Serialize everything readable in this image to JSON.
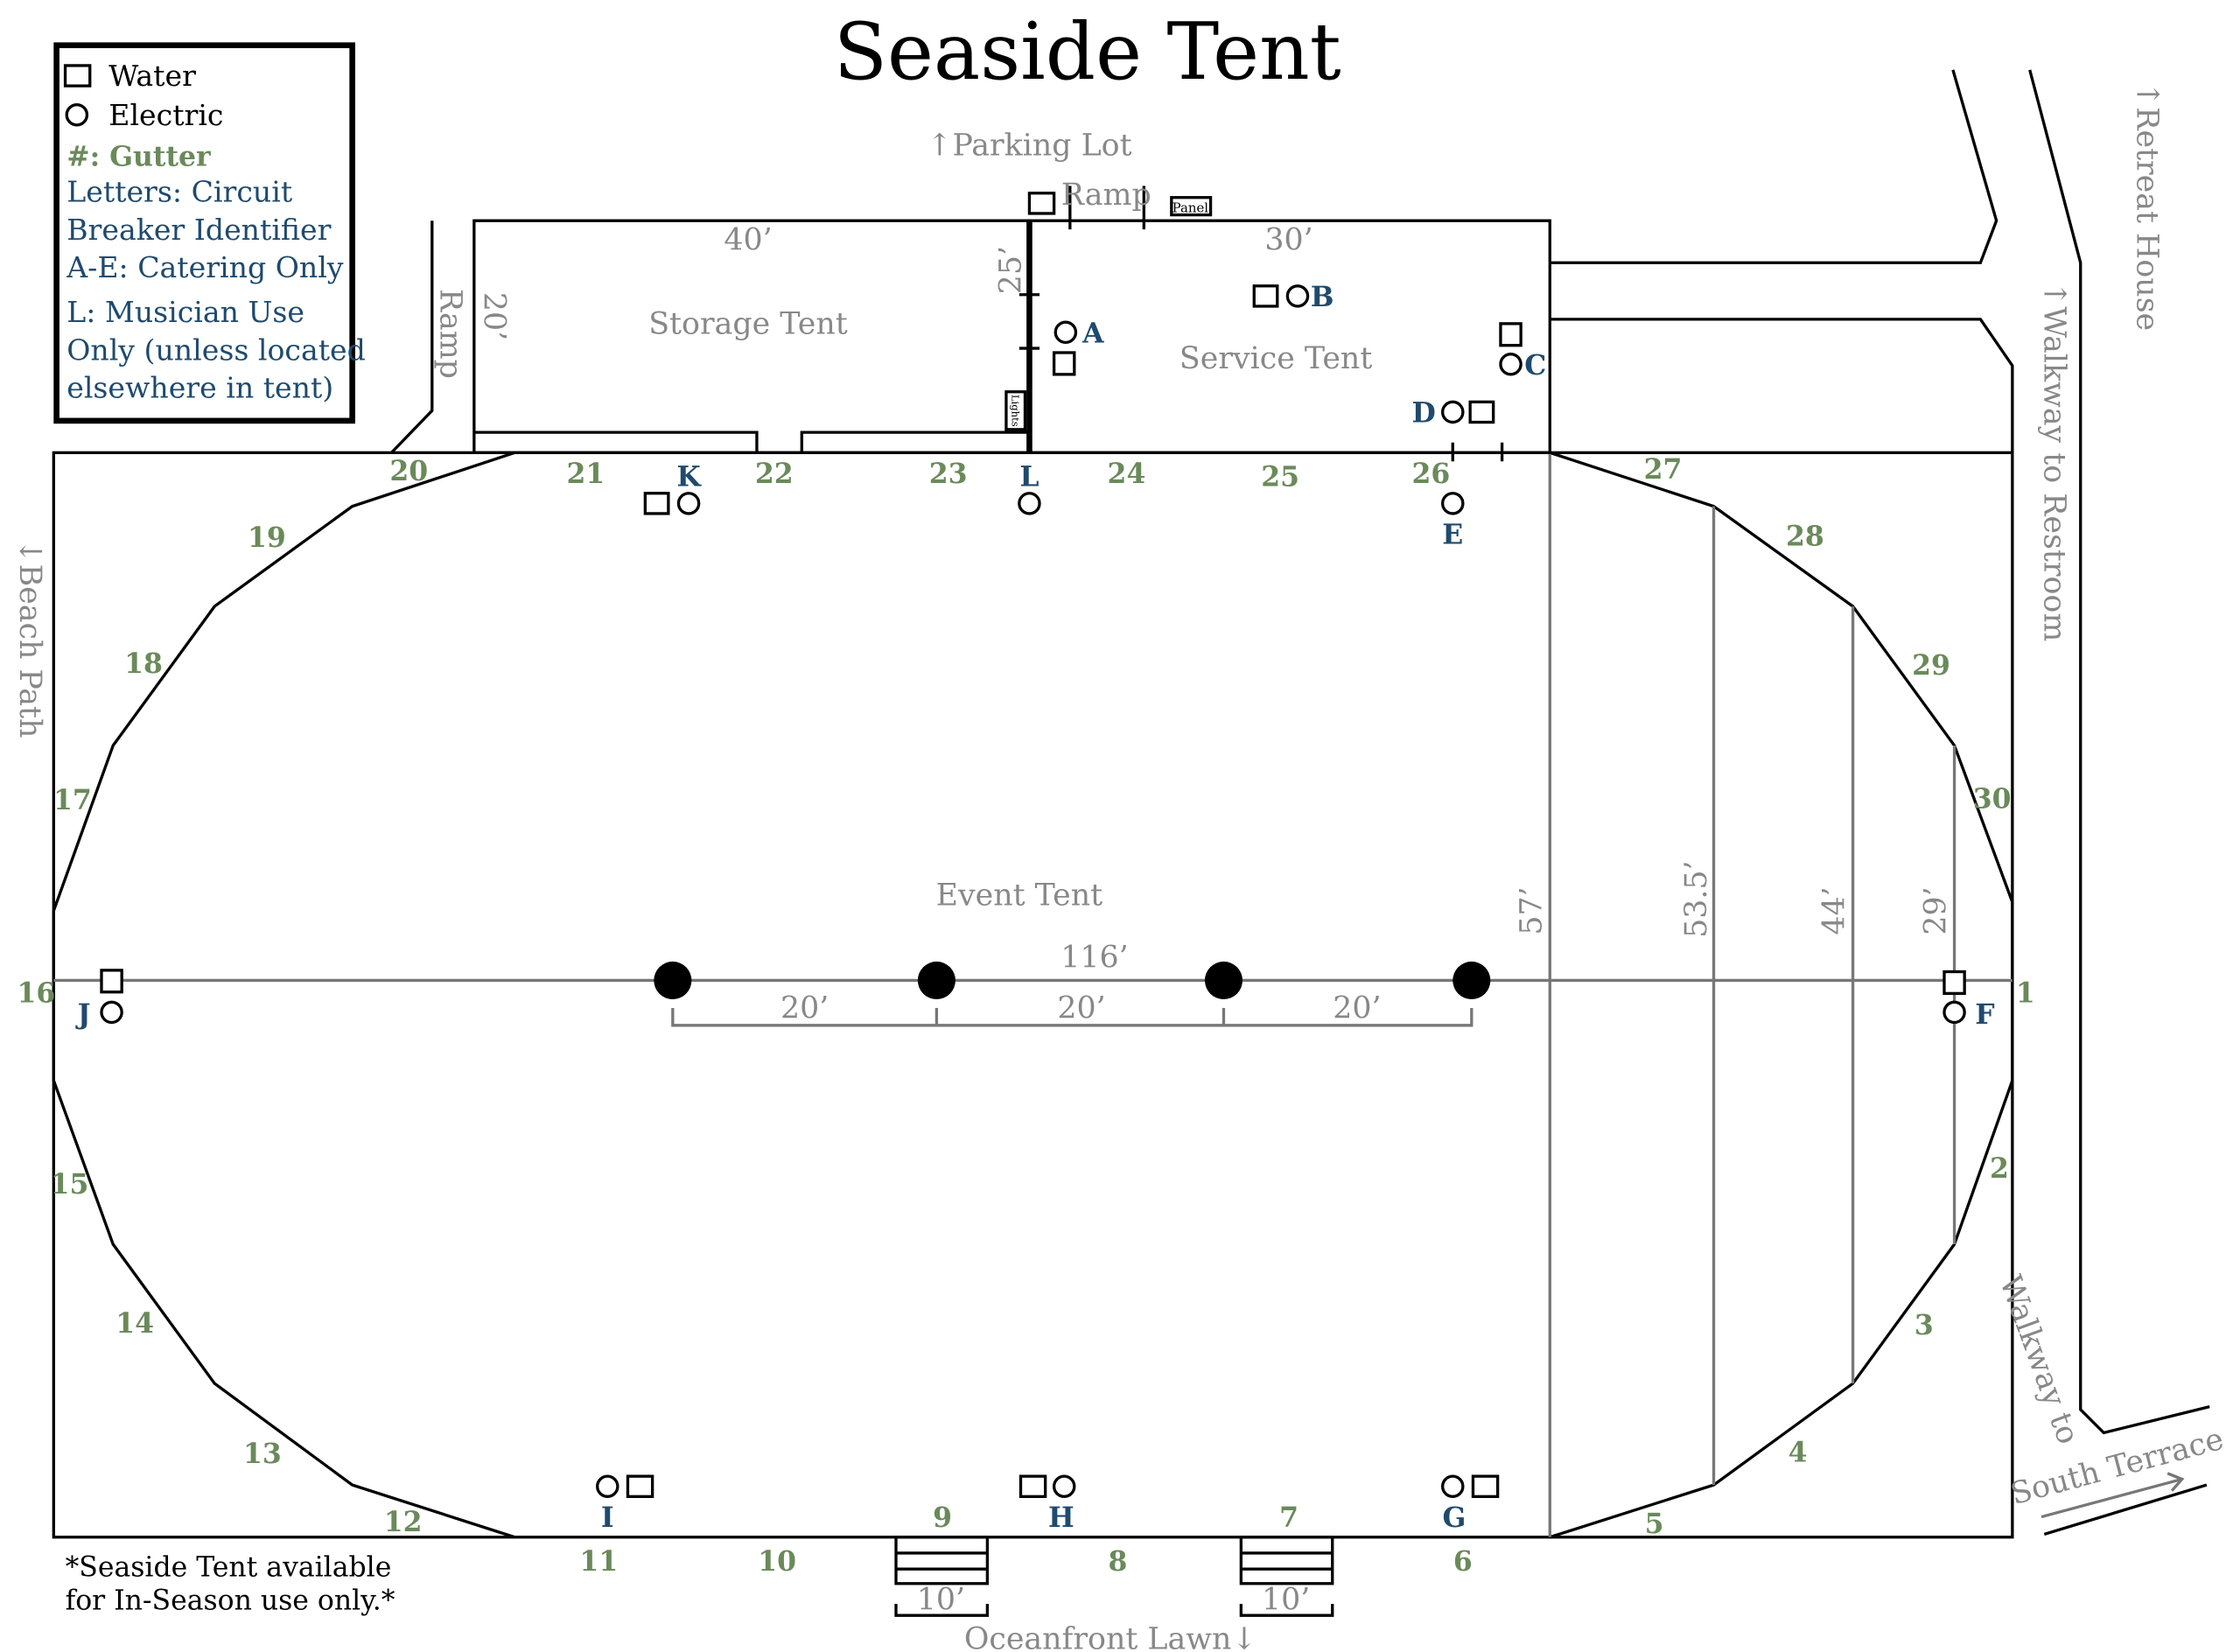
{
  "title": "Seaside Tent",
  "legend": {
    "water": "Water",
    "electric": "Electric",
    "gutter": "#: Gutter",
    "letters_1": "Letters: Circuit",
    "letters_2": "Breaker Identifier",
    "catering": "A-E: Catering Only",
    "musician_1": "L: Musician Use",
    "musician_2": "Only (unless located",
    "musician_3": "elsewhere in tent)"
  },
  "colors": {
    "gutter": "#6a8a5a",
    "circuit": "#1f4a6e",
    "dimension": "#888888"
  },
  "areas": {
    "storage_tent": "Storage Tent",
    "service_tent": "Service Tent",
    "event_tent": "Event Tent"
  },
  "directions": {
    "parking_lot": "↑Parking Lot",
    "beach_path": "↓Beach Path",
    "retreat_house": "↑Retreat House",
    "walkway_restroom": "↑Walkway to Restroom",
    "walkway_to": "Walkway to",
    "south_terrace": "South Terrace",
    "oceanfront_lawn": "Oceanfront Lawn↓"
  },
  "labels": {
    "ramp_top": "Ramp",
    "ramp_left": "Ramp",
    "panel": "Panel",
    "lights": "Lights"
  },
  "dimensions": {
    "storage_width": "40’",
    "storage_depth": "20’",
    "service_width": "30’",
    "service_depth": "25’",
    "event_length": "116’",
    "pole_spacing": [
      "20’",
      "20’",
      "20’"
    ],
    "widths": [
      "57’",
      "53.5’",
      "44’",
      "29’"
    ],
    "stairs": [
      "10’",
      "10’"
    ]
  },
  "circuits": [
    "A",
    "B",
    "C",
    "D",
    "E",
    "F",
    "G",
    "H",
    "I",
    "J",
    "K",
    "L"
  ],
  "gutters": [
    "1",
    "2",
    "3",
    "4",
    "5",
    "6",
    "7",
    "8",
    "9",
    "10",
    "11",
    "12",
    "13",
    "14",
    "15",
    "16",
    "17",
    "18",
    "19",
    "20",
    "21",
    "22",
    "23",
    "24",
    "25",
    "26",
    "27",
    "28",
    "29",
    "30"
  ],
  "footnote": [
    "*Seaside Tent available",
    "for In-Season use only.*"
  ]
}
